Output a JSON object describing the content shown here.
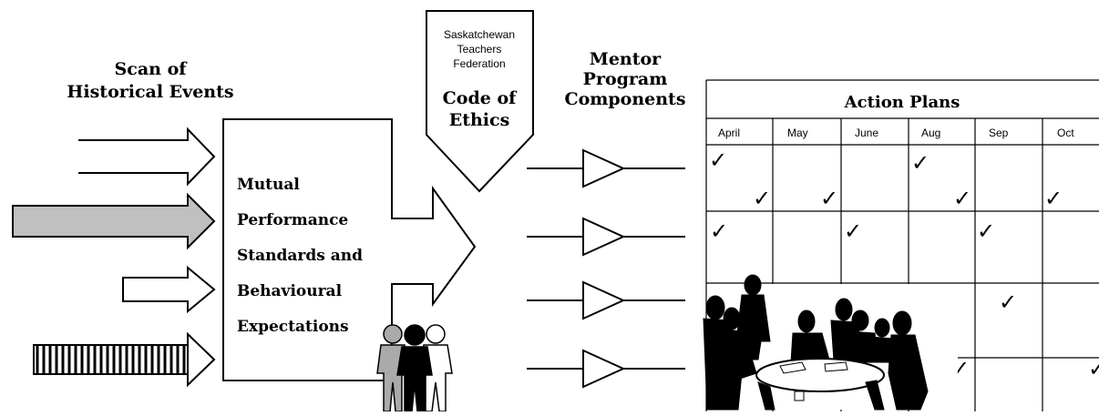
{
  "scan_events": {
    "title_line1": "Scan of",
    "title_line2": "Historical Events"
  },
  "code_of_ethics": {
    "org_line1": "Saskatchewan",
    "org_line2": "Teachers",
    "org_line3": "Federation",
    "title_line1": "Code of",
    "title_line2": "Ethics"
  },
  "mutual_standards": {
    "line1": "Mutual",
    "line2": "Performance",
    "line3": "Standards and",
    "line4": "Behavioural",
    "line5": "Expectations"
  },
  "mentor_components": {
    "title_line1": "Mentor",
    "title_line2": "Program",
    "title_line3": "Components"
  },
  "action_plans": {
    "title": "Action Plans",
    "months": [
      "April",
      "May",
      "June",
      "Aug",
      "Sep",
      "Oct"
    ],
    "check_glyph": "✓"
  },
  "colors": {
    "line": "#000000",
    "arrow_gray": "#c0c0c0",
    "background": "#ffffff"
  },
  "icons": [
    "thick-arrow-icon",
    "gray-arrow-icon",
    "striped-arrow-icon",
    "triangle-icon",
    "people-group-icon",
    "meeting-silhouette-icon",
    "check-icon"
  ]
}
